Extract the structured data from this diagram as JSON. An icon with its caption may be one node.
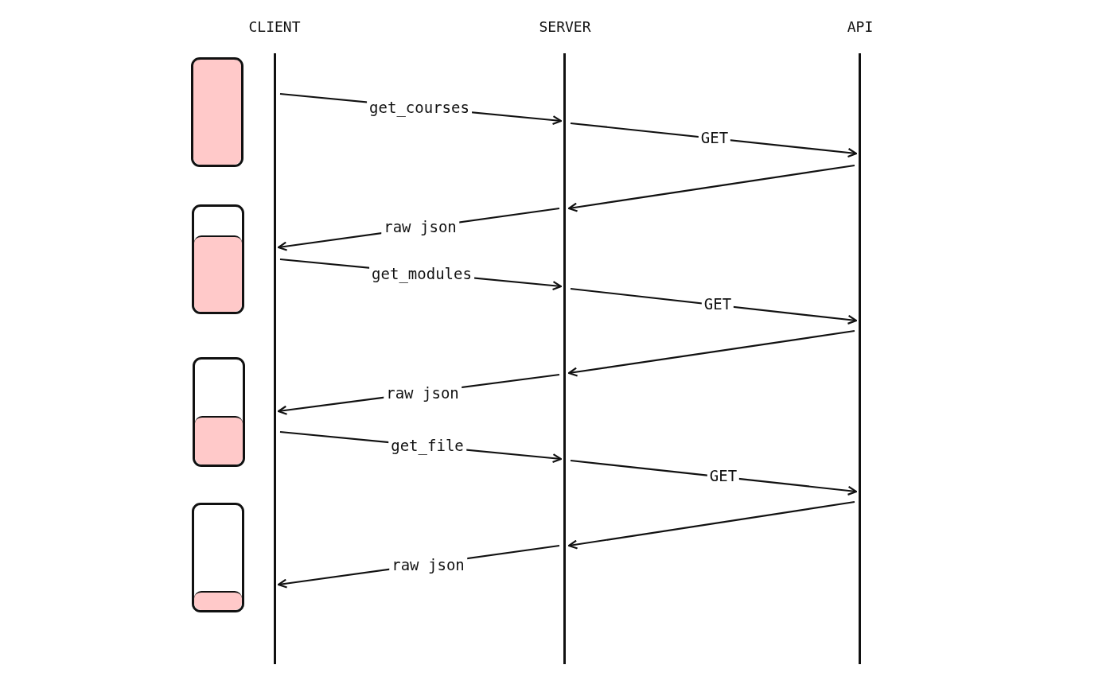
{
  "diagram": {
    "nodes": [
      {
        "text": [
          "CLIENT"
        ]
      },
      {
        "text": [
          "SERVER"
        ]
      },
      {
        "text": [
          "API"
        ]
      },
      {
        "text": [],
        "shape": "box"
      },
      {
        "text": [],
        "shape": "box"
      },
      {
        "text": [],
        "shape": "box"
      },
      {
        "text": [],
        "shape": "box"
      }
    ],
    "edges": [
      {
        "from": 0,
        "to": 1,
        "arrow": "to",
        "label": "get_courses"
      },
      {
        "from": 1,
        "to": 2,
        "arrow": "to",
        "label": "GET"
      },
      {
        "from": 2,
        "to": 1,
        "arrow": "to"
      },
      {
        "from": 1,
        "to": 0,
        "arrow": "to",
        "label": "raw json"
      },
      {
        "from": 0,
        "to": 1,
        "arrow": "to",
        "label": "get_modules"
      },
      {
        "from": 1,
        "to": 2,
        "arrow": "to",
        "label": "GET"
      },
      {
        "from": 2,
        "to": 1,
        "arrow": "to"
      },
      {
        "from": 1,
        "to": 0,
        "arrow": "to",
        "label": "raw json"
      },
      {
        "from": 0,
        "to": 1,
        "arrow": "to",
        "label": "get_file"
      },
      {
        "from": 1,
        "to": 2,
        "arrow": "to",
        "label": "GET"
      },
      {
        "from": 2,
        "to": 1,
        "arrow": "to"
      },
      {
        "from": 1,
        "to": 0,
        "arrow": "to",
        "label": "raw json"
      }
    ]
  }
}
